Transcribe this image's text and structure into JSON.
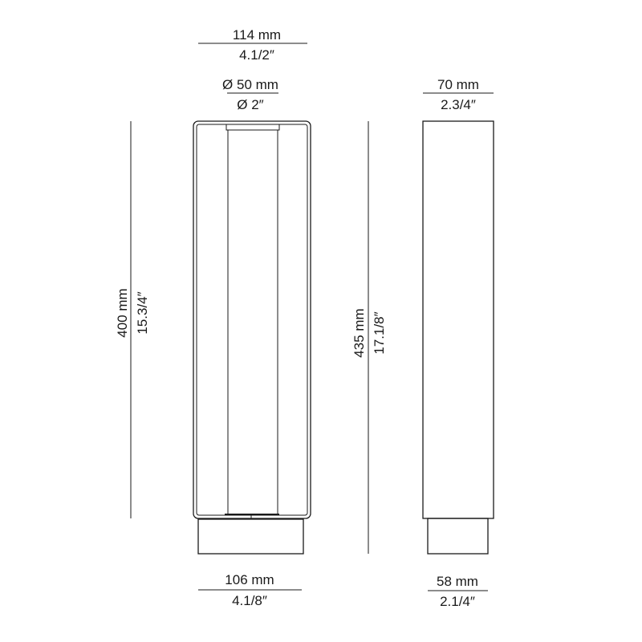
{
  "front_view": {
    "width_mm": "114 mm",
    "width_in": "4.1/2″",
    "diameter_mm": "Ø 50 mm",
    "diameter_in": "Ø 2″",
    "height_mm": "400 mm",
    "height_in": "15.3/4″",
    "base_mm": "106 mm",
    "base_in": "4.1/8″"
  },
  "side_view": {
    "width_mm": "70 mm",
    "width_in": "2.3/4″",
    "height_mm": "435 mm",
    "height_in": "17.1/8″",
    "base_mm": "58 mm",
    "base_in": "2.1/4″"
  }
}
